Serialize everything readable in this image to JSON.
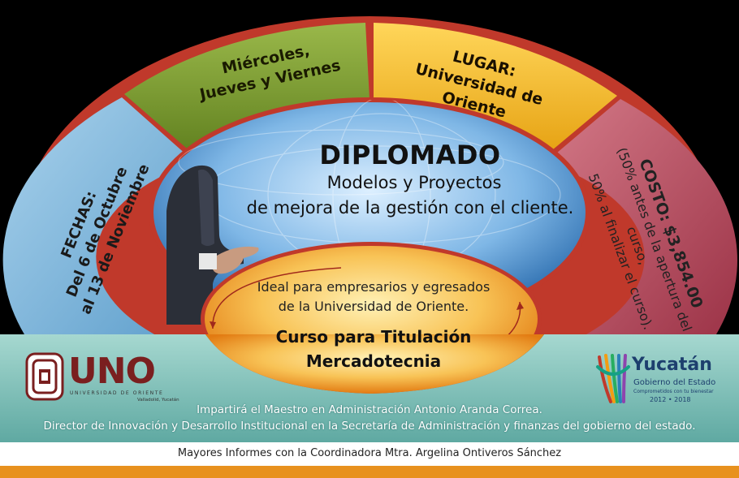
{
  "segments": {
    "dates": {
      "label": "FECHAS:",
      "line1": "Del 6 de Octubre",
      "line2": "al 13 de Noviembre"
    },
    "days": {
      "line1": "Miércoles,",
      "line2": "Jueves y Viernes"
    },
    "place": {
      "label": "LUGAR:",
      "value": "Universidad de Oriente"
    },
    "cost": {
      "label": "COSTO: $3,854.00",
      "line1": "(50% antes de la apertura del curso,",
      "line2": "50% al finalizar el curso)."
    }
  },
  "center": {
    "title": "DIPLOMADO",
    "subtitle_line1": "Modelos y Proyectos",
    "subtitle_line2": "de mejora de la gestión con el cliente."
  },
  "inner": {
    "line1": "Ideal para empresarios y egresados",
    "line2": "de la Universidad de Oriente.",
    "course_line1": "Curso para Titulación",
    "course_line2": "Mercadotecnia"
  },
  "logo_uno": {
    "wordmark": "UNO",
    "subtitle": "UNIVERSIDAD DE ORIENTE",
    "city": "Valladolid, Yucatán"
  },
  "logo_yucatan": {
    "name": "Yucatán",
    "government": "Gobierno del Estado",
    "motto": "Comprometidos con tu bienestar",
    "years": "2012 • 2018"
  },
  "instructor": {
    "line1": "Impartirá el Maestro en Administración Antonio Aranda Correa.",
    "line2": "Director de Innovación y Desarrollo Institucional en la Secretaría de Administración y finanzas del gobierno del estado."
  },
  "footer": {
    "info": "Mayores Informes con la Coordinadora Mtra. Argelina Ontiveros Sánchez"
  },
  "colors": {
    "dates_segment": "#7fb6d8",
    "days_segment": "#7b9a2e",
    "place_segment": "#f0b21e",
    "cost_segment": "#b2485a",
    "ring_border": "#c0392b",
    "teal_band": "#8cc9c0",
    "orange_band": "#e8911e"
  }
}
